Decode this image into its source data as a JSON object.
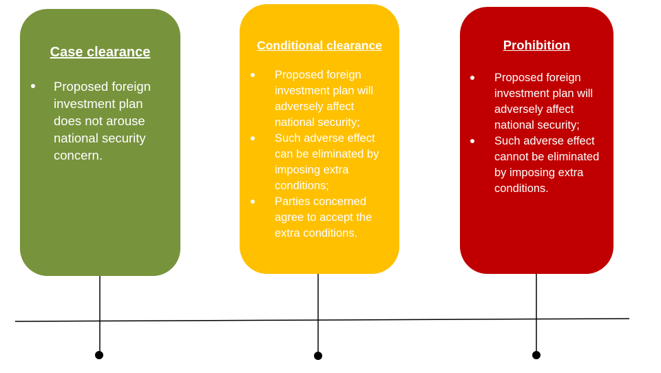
{
  "cards": [
    {
      "title": "Case clearance",
      "color": "#77933c",
      "bullets": [
        "Proposed foreign investment plan does not arouse national security concern."
      ]
    },
    {
      "title": "Conditional clearance",
      "color": "#ffc000",
      "bullets": [
        "Proposed foreign investment plan will adversely affect national security;",
        "Such adverse effect can be eliminated by imposing extra conditions;",
        "Parties concerned agree to accept the extra conditions."
      ]
    },
    {
      "title": "Prohibition",
      "color": "#c00000",
      "bullets": [
        "Proposed foreign investment plan will adversely affect national security;",
        "Such adverse effect cannot be eliminated by imposing extra conditions."
      ]
    }
  ]
}
